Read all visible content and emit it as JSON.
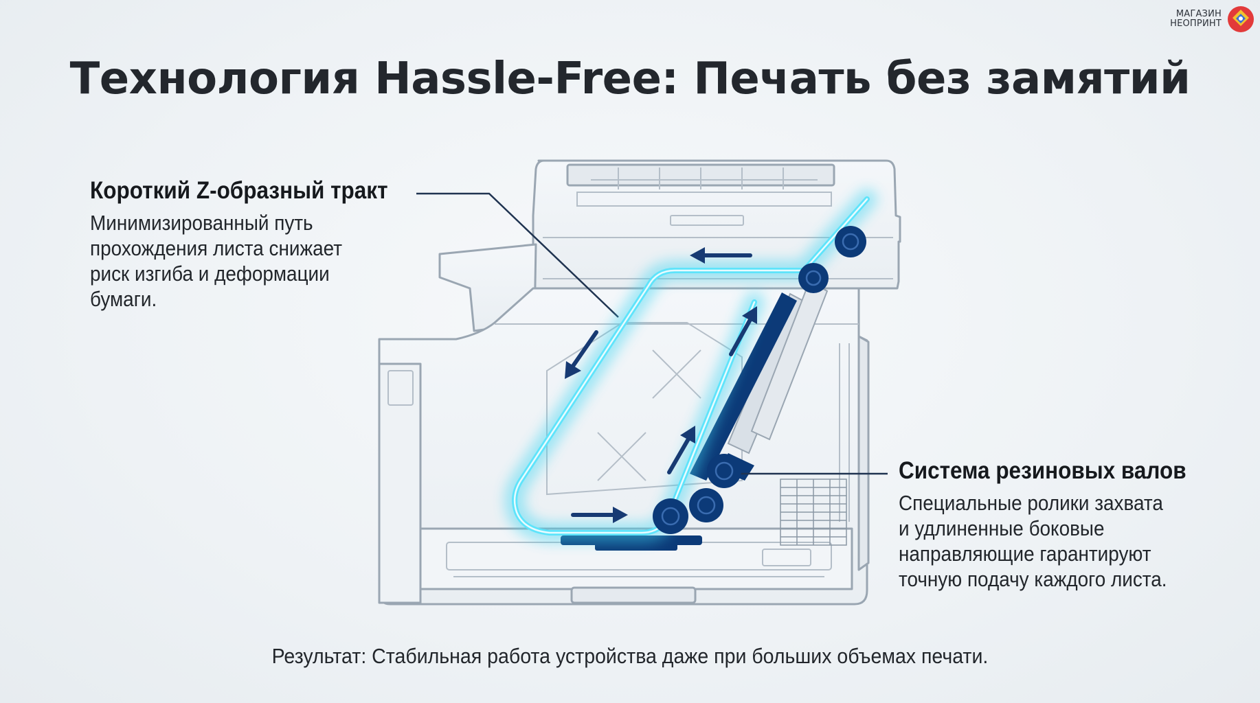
{
  "brand": {
    "line1": "МАГАЗИН",
    "line2": "НЕОПРИНТ"
  },
  "title": "Технология Hassle-Free: Печать без замятий",
  "callouts": {
    "left": {
      "heading": "Короткий Z-образный тракт",
      "lines": [
        "Минимизированный путь",
        "прохождения листа снижает",
        "риск изгиба и деформации",
        "бумаги."
      ]
    },
    "right": {
      "heading": "Система резиновых валов",
      "lines": [
        "Специальные ролики захвата",
        "и удлиненные боковые",
        "направляющие гарантируют",
        "точную подачу каждого листа."
      ]
    }
  },
  "result": "Результат: Стабильная работа устройства даже при больших объемах печати.",
  "colors": {
    "path_glow": "#3fd6f2",
    "roller": "#0c3a78",
    "arrow": "#173a73",
    "outline": "#9aa6b2",
    "leader": "#1f3350"
  }
}
